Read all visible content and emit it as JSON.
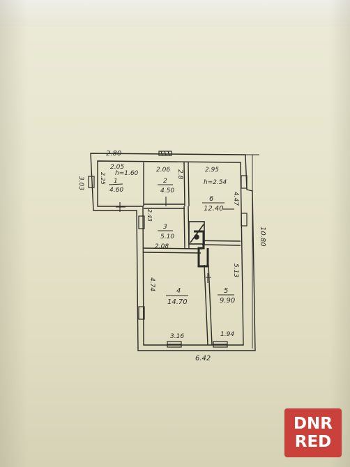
{
  "dimensions": {
    "top_width": "2.80",
    "total_width": "6.42",
    "total_length": "10.80",
    "porch_side": "3.03",
    "room6_side": "4.47",
    "room5_side": "5.13",
    "room4_side": "4.74",
    "room3_side": "2.43",
    "room3_width": "2.08",
    "room2_width": "2.06",
    "room2_side": "2.8",
    "room6_width": "2.95",
    "porch_inner_side": "2.25",
    "porch_width": "2.05",
    "room4_bottom": "3.16",
    "room5_bottom": "1.94"
  },
  "rooms": [
    {
      "number": "1",
      "area": "4.60",
      "height": "h=1.60"
    },
    {
      "number": "2",
      "area": "4.50"
    },
    {
      "number": "3",
      "area": "5.10"
    },
    {
      "number": "4",
      "area": "14.70"
    },
    {
      "number": "5",
      "area": "9.90"
    },
    {
      "number": "6",
      "area": "12.40",
      "height": "h=2.54"
    }
  ],
  "watermark": {
    "line1": "DNR",
    "line2": "RED"
  },
  "colors": {
    "ink": "#2a2a26",
    "wall_fill": "#e6e3cb",
    "watermark": "#c9413a"
  }
}
